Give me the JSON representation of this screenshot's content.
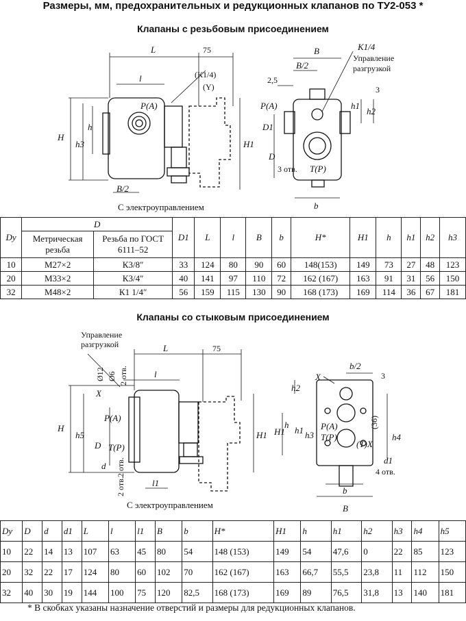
{
  "title": "Размеры, мм, предохранительных и редукционных клапанов по ТУ2-053 *",
  "section1": {
    "heading": "Клапаны с резьбовым присоединением",
    "drawing_labels": {
      "L": "L",
      "dim75": "75",
      "l": "l",
      "K14": "(К1/4)",
      "Y": "(Y)",
      "PA": "P(A)",
      "H": "H",
      "h3": "h3",
      "h": "h",
      "H1": "H1",
      "B2": "B/2",
      "caption": "С электроуправлением",
      "B": "B",
      "Bhalf": "B/2",
      "d25": "2,5",
      "K14r": "К1/4",
      "control": "Управление",
      "unload": "разгрузкой",
      "three": "3",
      "PA_r": "P(A)",
      "h1": "h1",
      "h2": "h2",
      "D1": "D1",
      "D": "D",
      "otv3": "3 отв.",
      "TP": "T(P)",
      "b": "b"
    },
    "table": {
      "headers": {
        "dy": "Dy",
        "D": "D",
        "metric": "Метрическая резьба",
        "gost": "Резьба по ГОСТ 6111–52",
        "D1": "D1",
        "L": "L",
        "l": "l",
        "B": "B",
        "b": "b",
        "H": "H*",
        "H1": "H1",
        "h": "h",
        "h1": "h1",
        "h2": "h2",
        "h3": "h3"
      },
      "rows": [
        [
          "10",
          "M27×2",
          "К3/8″",
          "33",
          "124",
          "80",
          "90",
          "60",
          "148(153)",
          "149",
          "73",
          "27",
          "48",
          "123"
        ],
        [
          "20",
          "M33×2",
          "К3/4″",
          "40",
          "141",
          "97",
          "110",
          "72",
          "162 (167)",
          "163",
          "91",
          "31",
          "56",
          "150"
        ],
        [
          "32",
          "M48×2",
          "К1 1/4″",
          "56",
          "159",
          "115",
          "130",
          "90",
          "168 (173)",
          "169",
          "114",
          "36",
          "67",
          "181"
        ]
      ]
    }
  },
  "section2": {
    "heading": "Клапаны со стыковым присоединением",
    "drawing_labels": {
      "control": "Управление",
      "unload": "разгрузкой",
      "L": "L",
      "dim75": "75",
      "d12": "Ø12",
      "d6": "Ø6",
      "otv2a": "2 отв.",
      "l": "l",
      "X": "X",
      "PA": "P(A)",
      "H": "H",
      "h5": "h5",
      "D": "D",
      "TP": "T(P)",
      "d": "d",
      "otv2b": "2 отв.",
      "otv2c": "2 отв.",
      "l1": "l1",
      "H1": "H1",
      "caption": "С электроуправлением",
      "b2": "b/2",
      "Xr": "X",
      "three": "3",
      "h2": "h2",
      "H1r": "H1",
      "h": "h",
      "h1": "h1",
      "h3": "h3",
      "PAr": "P(A)",
      "TPr": "T(P)",
      "TX": "(T)X",
      "d36": "(36)",
      "h4": "h4",
      "d1": "d1",
      "otv4": "4 отв.",
      "b": "b",
      "B": "B"
    },
    "table": {
      "headers": [
        "Dy",
        "D",
        "d",
        "d1",
        "L",
        "l",
        "l1",
        "B",
        "b",
        "H*",
        "H1",
        "h",
        "h1",
        "h2",
        "h3",
        "h4",
        "h5"
      ],
      "rows": [
        [
          "10",
          "22",
          "14",
          "13",
          "107",
          "63",
          "45",
          "80",
          "54",
          "148 (153)",
          "149",
          "54",
          "47,6",
          "0",
          "22",
          "85",
          "123"
        ],
        [
          "20",
          "32",
          "22",
          "17",
          "124",
          "80",
          "60",
          "102",
          "70",
          "162 (167)",
          "163",
          "66,7",
          "55,5",
          "23,8",
          "11",
          "112",
          "150"
        ],
        [
          "32",
          "40",
          "30",
          "19",
          "144",
          "100",
          "75",
          "120",
          "82,5",
          "168 (173)",
          "169",
          "89",
          "76,5",
          "31,8",
          "13",
          "140",
          "181"
        ]
      ]
    }
  },
  "footnote": "* В скобках указаны назначение отверстий и размеры для редукционных клапанов."
}
